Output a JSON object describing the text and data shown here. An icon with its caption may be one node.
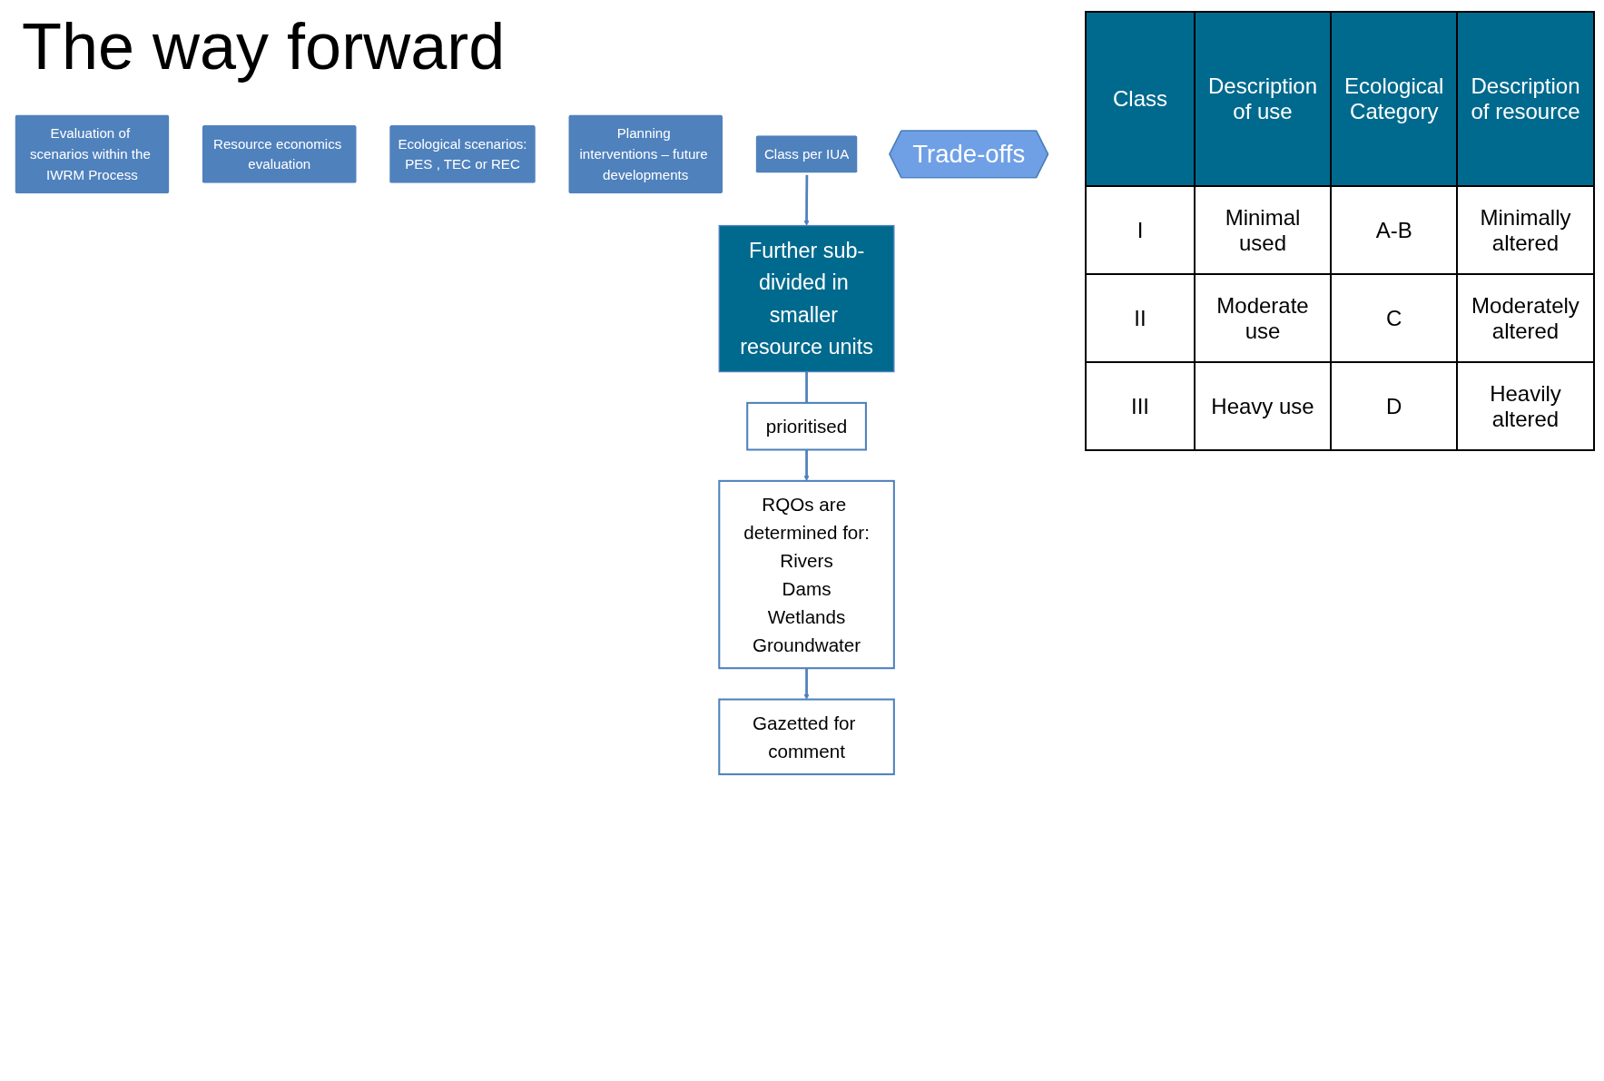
{
  "diagram": {
    "title": "The way forward",
    "nodes": [
      {
        "text": [
          "Evaluation of scenarios within the IWRM Process"
        ]
      },
      {
        "text": [
          "Resource economics evaluation"
        ]
      },
      {
        "text": [
          "Ecological scenarios:",
          "PES , TEC or REC"
        ]
      },
      {
        "text": [
          "Planning interventions – future developments"
        ]
      },
      {
        "text": [
          "Class per IUA"
        ]
      },
      {
        "text": [
          "Trade-offs"
        ]
      },
      {
        "text": [
          "Further sub-divided in smaller resource units"
        ]
      },
      {
        "text": [
          "prioritised"
        ]
      },
      {
        "text": [
          "RQOs are determined for:",
          "Rivers",
          "Dams",
          "Wetlands",
          "Groundwater"
        ]
      },
      {
        "text": [
          "Gazetted for comment"
        ]
      }
    ],
    "edges": [
      {
        "from": 4,
        "to": 6,
        "arrow": "to"
      },
      {
        "from": 6,
        "to": 7,
        "arrow": "none"
      },
      {
        "from": 7,
        "to": 8,
        "arrow": "to"
      },
      {
        "from": 8,
        "to": 9,
        "arrow": "to"
      }
    ],
    "labels": [
      "Class",
      "Description of use",
      "Ecological Category",
      "Description of resource",
      "I",
      "Minimal used",
      "A-B",
      "Minimally altered",
      "II",
      "Moderate use",
      "C",
      "Moderately altered",
      "III",
      "Heavy use",
      "D",
      "Heavily altered"
    ]
  }
}
